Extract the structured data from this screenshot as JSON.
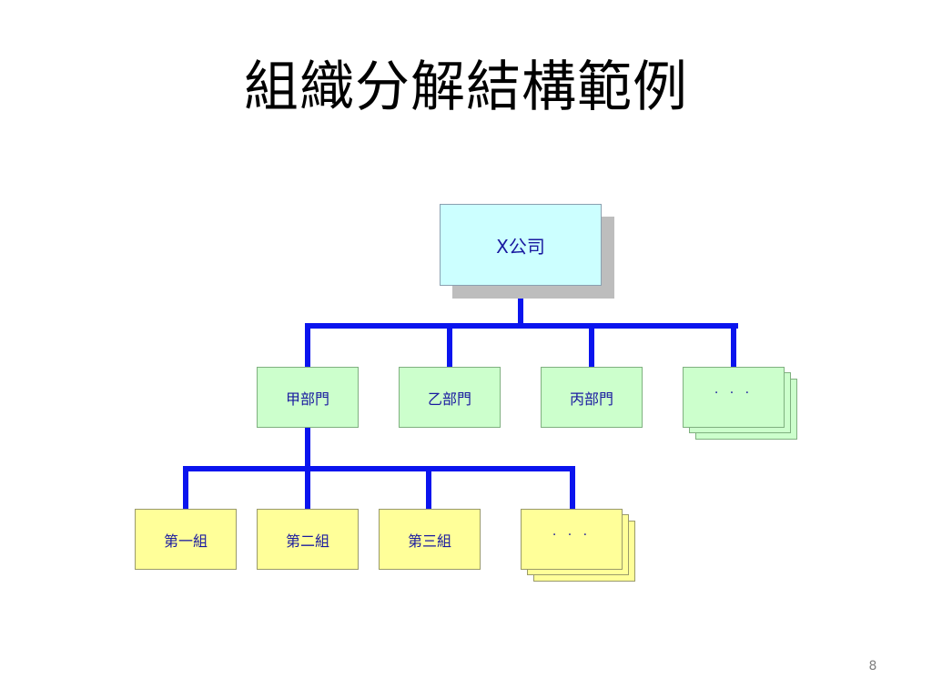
{
  "slide": {
    "title": "組織分解結構範例",
    "page_number": "8"
  },
  "org_chart": {
    "root": {
      "label": "X公司"
    },
    "departments": [
      {
        "label": "甲部門"
      },
      {
        "label": "乙部門"
      },
      {
        "label": "丙部門"
      },
      {
        "label": "· · ·"
      }
    ],
    "groups": [
      {
        "label": "第一組"
      },
      {
        "label": "第二組"
      },
      {
        "label": "第三組"
      },
      {
        "label": "· · ·"
      }
    ]
  },
  "colors": {
    "connector": "#0a14ee",
    "root_fill": "#ccffff",
    "department_fill": "#ccffcc",
    "group_fill": "#ffff99",
    "label_text": "#1a1aa0"
  }
}
